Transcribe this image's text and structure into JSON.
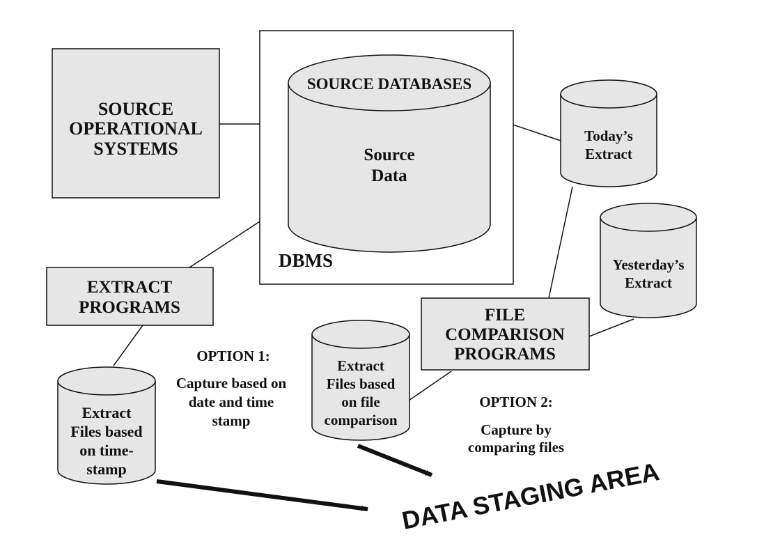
{
  "colors": {
    "fill": "#e6e6e6",
    "stroke": "#111111",
    "background": "#ffffff"
  },
  "source_systems": {
    "line1": "SOURCE",
    "line2": "OPERATIONAL",
    "line3": "SYSTEMS"
  },
  "dbms": {
    "label": "DBMS",
    "db_title": "SOURCE DATABASES",
    "db_line1": "Source",
    "db_line2": "Data"
  },
  "todays_extract": {
    "line1": "Today’s",
    "line2": "Extract"
  },
  "yesterdays_extract": {
    "line1": "Yesterday’s",
    "line2": "Extract"
  },
  "extract_programs": {
    "line1": "EXTRACT",
    "line2": "PROGRAMS"
  },
  "file_comparison": {
    "line1": "FILE",
    "line2": "COMPARISON",
    "line3": "PROGRAMS"
  },
  "option1": {
    "title": "OPTION 1:",
    "line1": "Capture based on",
    "line2": "date and time",
    "line3": "stamp"
  },
  "option2": {
    "title": "OPTION 2:",
    "line1": "Capture by",
    "line2": "comparing files"
  },
  "timestamp_files": {
    "line1": "Extract",
    "line2": "Files based",
    "line3": "on time-",
    "line4": "stamp"
  },
  "comparison_files": {
    "line1": "Extract",
    "line2": "Files based",
    "line3": "on file",
    "line4": "comparison"
  },
  "staging_area": "DATA STAGING AREA"
}
